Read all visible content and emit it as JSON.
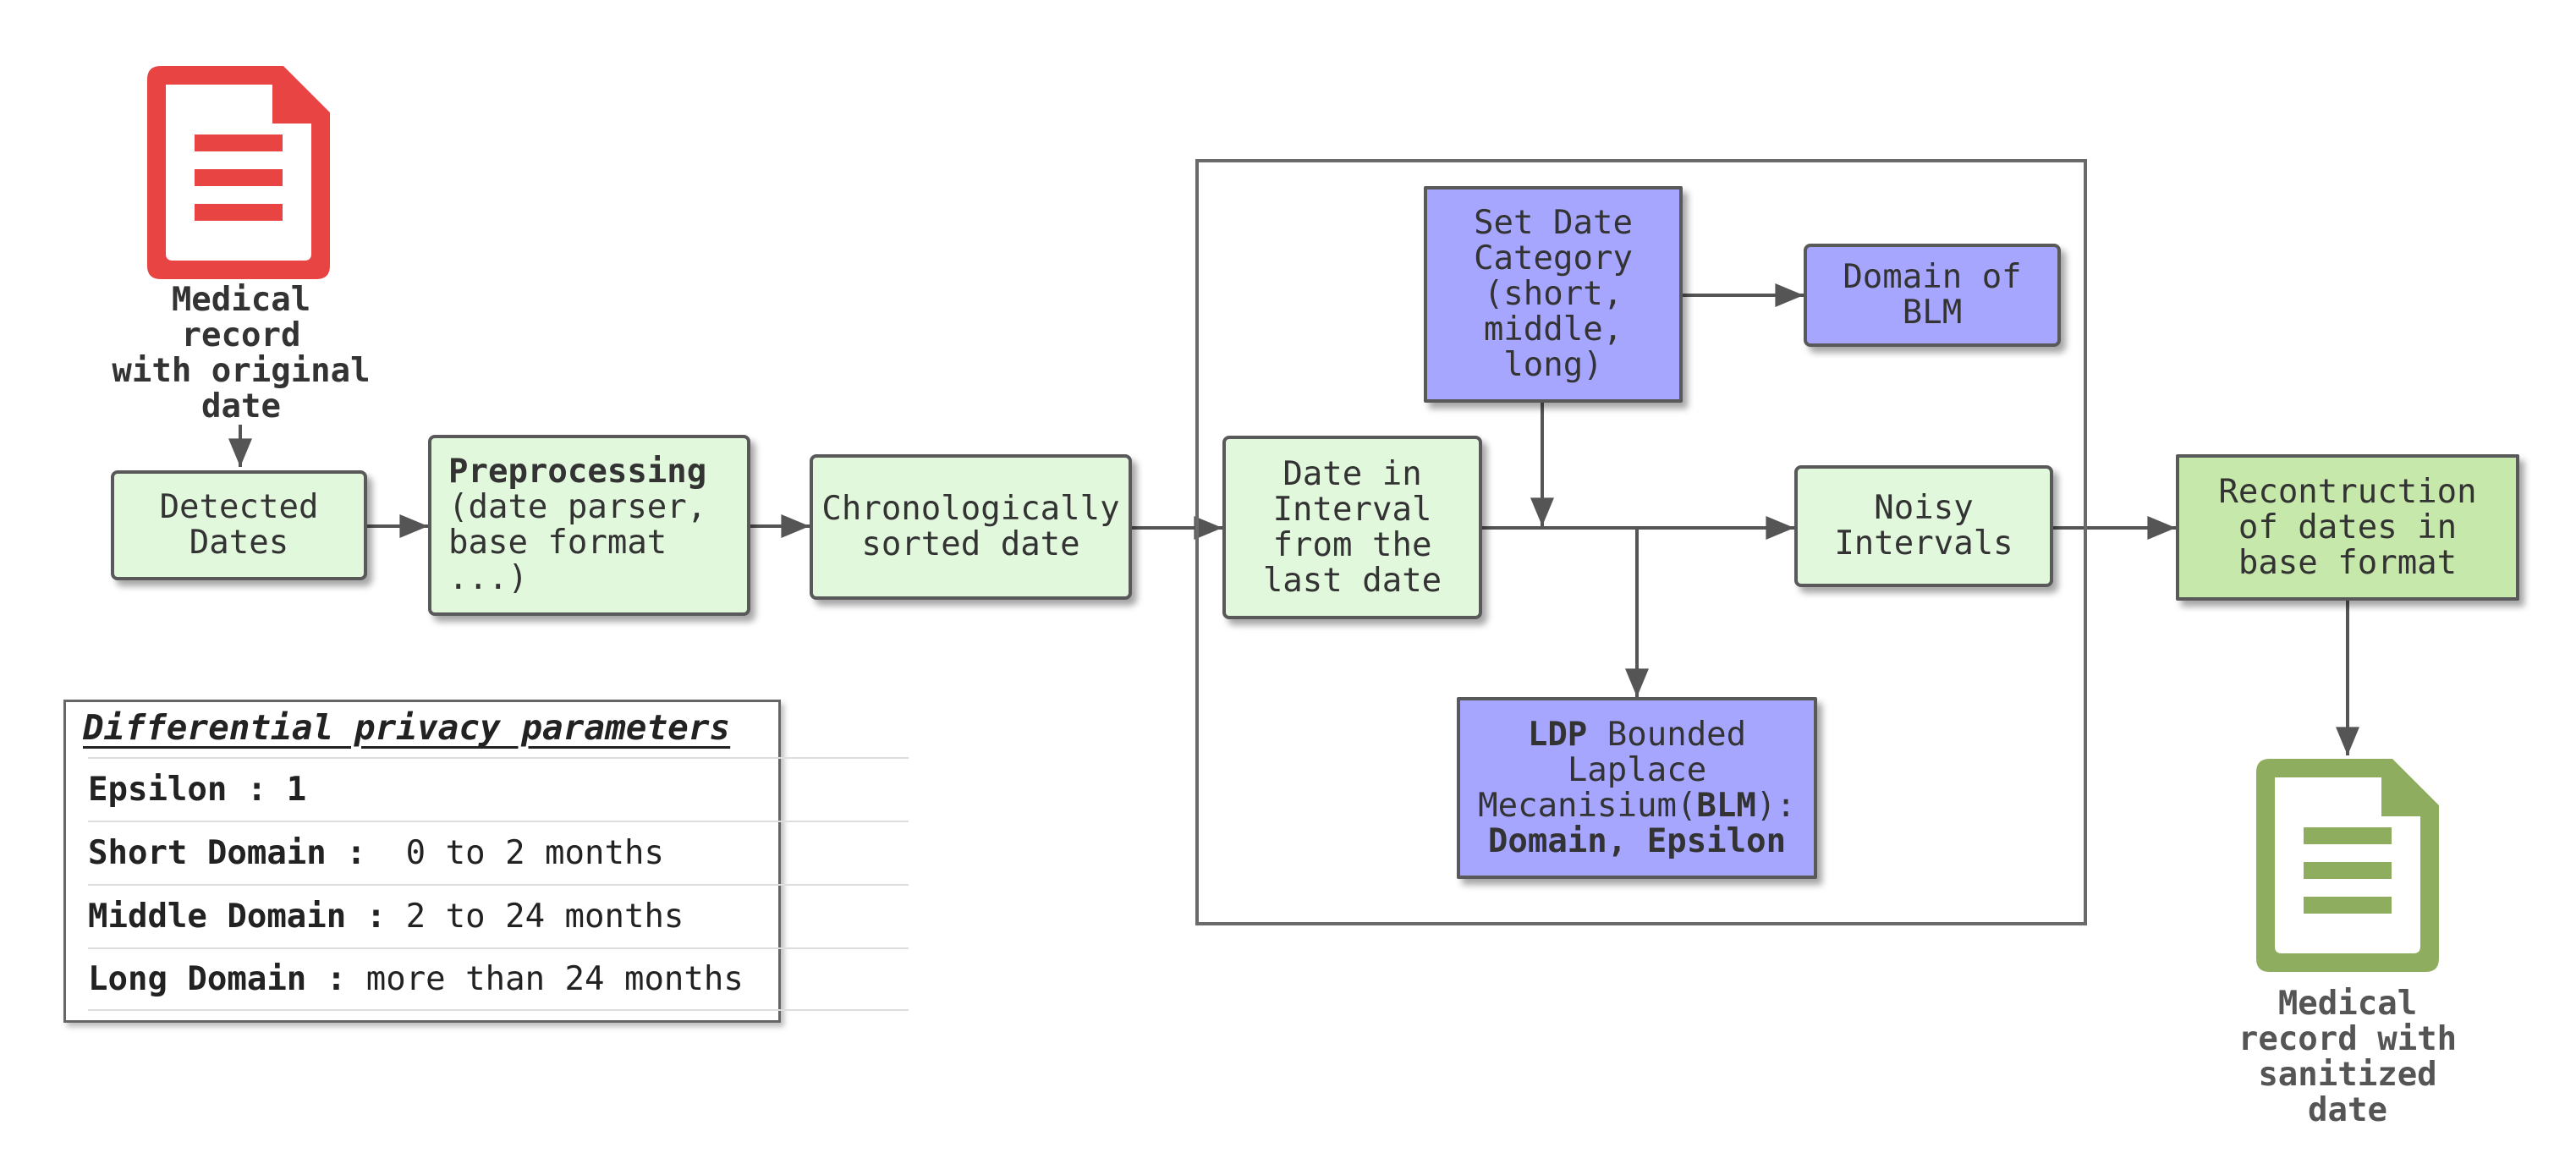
{
  "doc_input": {
    "label_lines": [
      "Medical",
      "record",
      "with original",
      "date"
    ],
    "color": "#e84444"
  },
  "doc_output": {
    "label_lines": [
      "Medical",
      "record with",
      "sanitized",
      "date"
    ],
    "color": "#8fad5e"
  },
  "nodes": {
    "detected": [
      "Detected",
      "Dates"
    ],
    "preprocessing": {
      "title": "Preprocessing",
      "lines": [
        "(date parser,",
        "base format",
        "...)"
      ]
    },
    "sorted": [
      "Chronologically",
      "sorted date"
    ],
    "interval": [
      "Date in",
      "Interval",
      "from the",
      "last date"
    ],
    "category": [
      "Set Date",
      "Category",
      "(short,",
      "middle,",
      "long)"
    ],
    "domain_blm": [
      "Domain of",
      "BLM"
    ],
    "noisy": [
      "Noisy",
      "Intervals"
    ],
    "ldp": {
      "l1_bold": "LDP",
      "l1_rest": " Bounded",
      "l2": "Laplace",
      "l3_pre": "Mecanisium(",
      "l3_bold": "BLM",
      "l3_post": "):",
      "l4": "Domain, Epsilon"
    },
    "reconstruction": [
      "Recontruction",
      "of dates in",
      "base format"
    ]
  },
  "params": {
    "title": "Differential privacy parameters",
    "rows": [
      {
        "key": "Epsilon : 1",
        "value": ""
      },
      {
        "key": "Short Domain : ",
        "value": " 0 to 2 months"
      },
      {
        "key": "Middle Domain :",
        "value": " 2 to 24 months"
      },
      {
        "key": "Long Domain :",
        "value": " more than 24 months"
      }
    ]
  },
  "colors": {
    "green_box": "#e1f8dd",
    "green_dark_box": "#c6e8aa",
    "blue_box": "#a6a6ff",
    "border": "#595959",
    "arrow": "#555555"
  }
}
